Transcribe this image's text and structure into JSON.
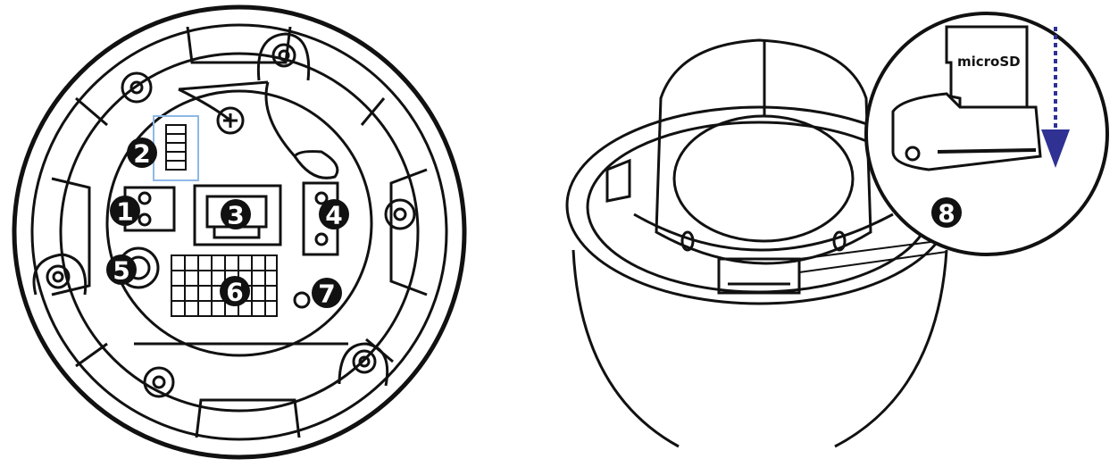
{
  "figure": {
    "left_view": {
      "callouts": [
        {
          "id": "1",
          "label": "1"
        },
        {
          "id": "2",
          "label": "2"
        },
        {
          "id": "3",
          "label": "3"
        },
        {
          "id": "4",
          "label": "4"
        },
        {
          "id": "5",
          "label": "5"
        },
        {
          "id": "6",
          "label": "6"
        },
        {
          "id": "7",
          "label": "7"
        }
      ]
    },
    "right_view": {
      "callout": {
        "id": "8",
        "label": "8"
      },
      "card_label": "microSD"
    }
  },
  "colors": {
    "line": "#111111",
    "callout_fill": "#111111",
    "callout_text": "#ffffff",
    "arrow": "#2f3193",
    "switch_box": "#8fb8e6"
  }
}
